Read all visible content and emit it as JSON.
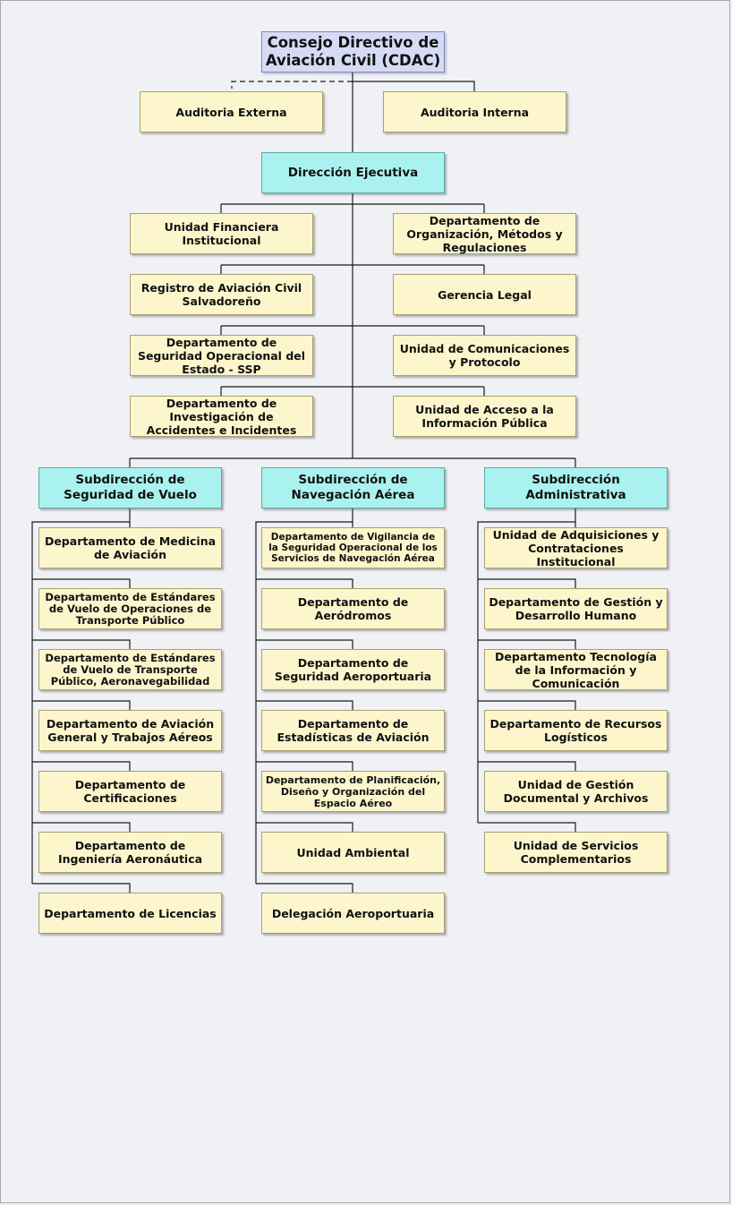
{
  "root": "Consejo Directivo de Aviación Civil (CDAC)",
  "audits": {
    "external": "Auditoria Externa",
    "internal": "Auditoria Interna"
  },
  "executive": "Dirección Ejecutiva",
  "staff_units": [
    "Unidad Financiera Institucional",
    "Departamento de Organización, Métodos y Regulaciones",
    "Registro de Aviación Civil Salvadoreño",
    "Gerencia Legal",
    "Departamento de Seguridad Operacional del Estado - SSP",
    "Unidad de Comunicaciones y Protocolo",
    "Departamento de Investigación de Accidentes e Incidentes",
    "Unidad de Acceso a la Información Pública"
  ],
  "subdirections": [
    {
      "name": "Subdirección de Seguridad de Vuelo",
      "units": [
        "Departamento de Medicina de Aviación",
        "Departamento de Estándares de Vuelo de Operaciones de Transporte Público",
        "Departamento de Estándares de Vuelo de Transporte Público, Aeronavegabilidad",
        "Departamento de Aviación General y Trabajos Aéreos",
        "Departamento de Certificaciones",
        "Departamento de Ingeniería Aeronáutica",
        "Departamento de Licencias"
      ]
    },
    {
      "name": "Subdirección de Navegación Aérea",
      "units": [
        "Departamento de Vigilancia de la Seguridad Operacional de los Servicios de Navegación Aérea",
        "Departamento de Aeródromos",
        "Departamento de Seguridad Aeroportuaria",
        "Departamento de Estadísticas de Aviación",
        "Departamento de Planificación, Diseño y Organización del Espacio Aéreo",
        "Unidad Ambiental",
        "Delegación Aeroportuaria"
      ]
    },
    {
      "name": "Subdirección Administrativa",
      "units": [
        "Unidad de Adquisiciones y Contrataciones Institucional",
        "Departamento de Gestión y Desarrollo Humano",
        "Departamento Tecnología de la Información y Comunicación",
        "Departamento de Recursos Logísticos",
        "Unidad de Gestión Documental y Archivos",
        "Unidad de Servicios Complementarios"
      ]
    }
  ]
}
